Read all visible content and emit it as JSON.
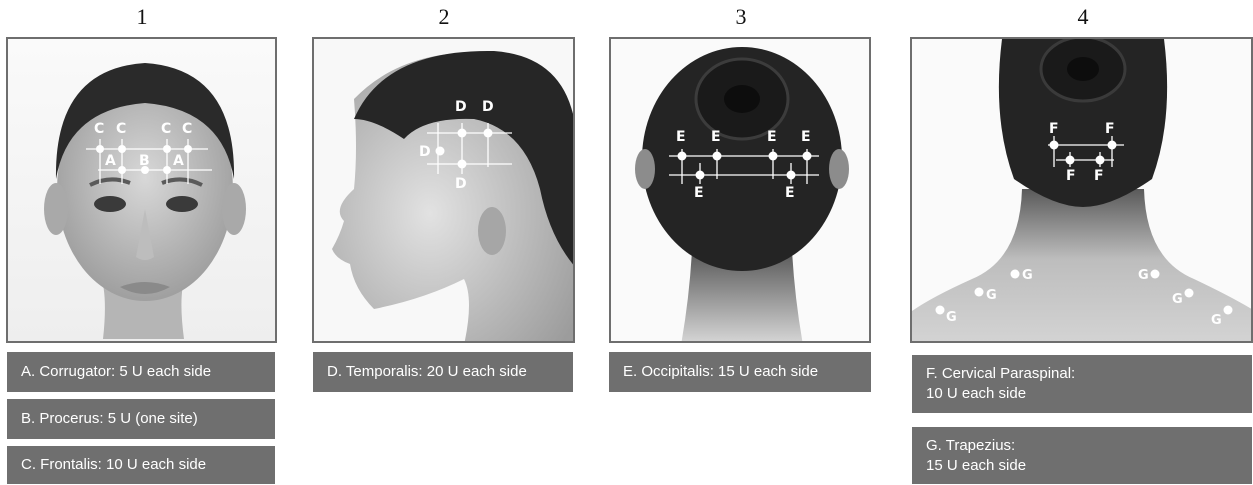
{
  "panels": [
    {
      "number": "1",
      "labels": [
        "A. Corrugator: 5 U each side",
        "B. Procerus: 5 U (one site)",
        "C. Frontalis: 10 U each side"
      ]
    },
    {
      "number": "2",
      "labels": [
        "D. Temporalis: 20 U each side"
      ]
    },
    {
      "number": "3",
      "labels": [
        "E. Occipitalis: 15 U each side"
      ]
    },
    {
      "number": "4",
      "labels": [
        "F. Cervical Paraspinal:\n10 U each side",
        "G. Trapezius:\n15 U each side"
      ]
    }
  ],
  "point_letters": {
    "a": "A",
    "b": "B",
    "c": "C",
    "d": "D",
    "e": "E",
    "f": "F",
    "g": "G"
  },
  "colors": {
    "label_bg": "#6f6f6f",
    "frame": "#6e6e6e",
    "point": "#ffffff"
  }
}
